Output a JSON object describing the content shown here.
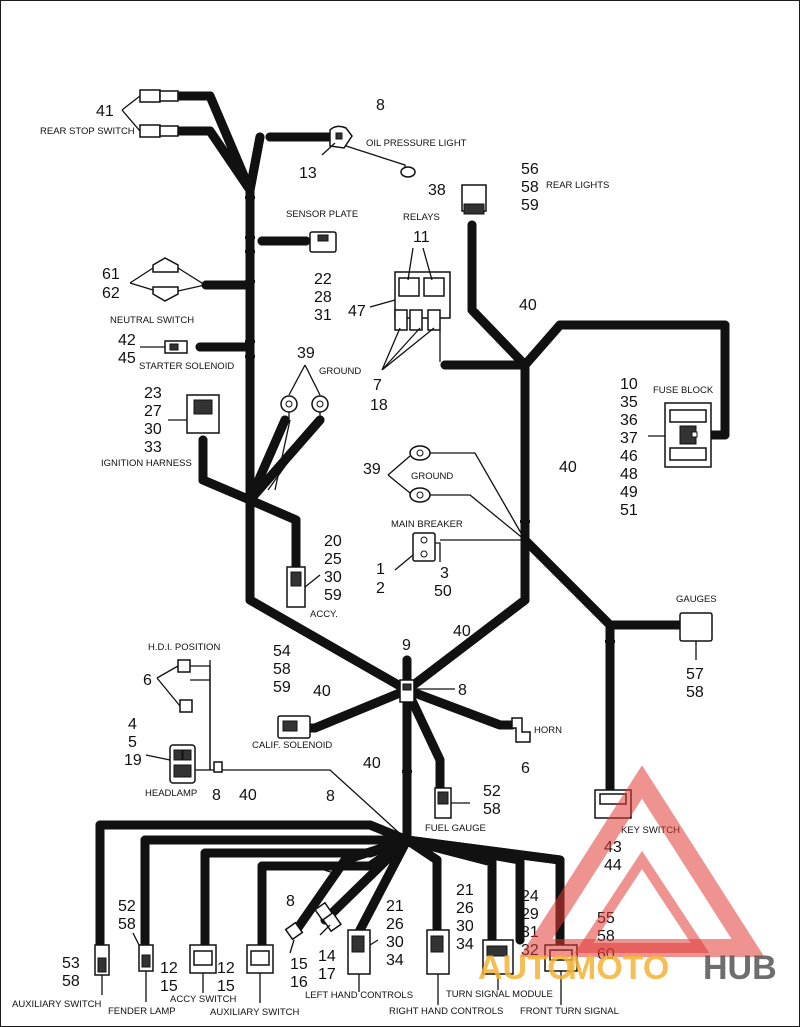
{
  "labels": {
    "rear_stop_switch": "REAR STOP SWITCH",
    "oil_pressure_light": "OIL PRESSURE LIGHT",
    "rear_lights": "REAR LIGHTS",
    "sensor_plate": "SENSOR PLATE",
    "relays": "RELAYS",
    "neutral_switch": "NEUTRAL SWITCH",
    "starter_solenoid": "STARTER SOLENOID",
    "ground_top": "GROUND",
    "fuse_block": "FUSE BLOCK",
    "ignition_harness": "IGNITION HARNESS",
    "ground_mid": "GROUND",
    "main_breaker": "MAIN BREAKER",
    "accy": "ACCY.",
    "gauges": "GAUGES",
    "hdi_position": "H.D.I. POSITION",
    "calif_solenoid": "CALIF. SOLENOID",
    "horn": "HORN",
    "headlamp": "HEADLAMP",
    "fuel_gauge": "FUEL GAUGE",
    "key_switch": "KEY SWITCH",
    "auxiliary_switch_left": "AUXILIARY SWITCH",
    "fender_lamp": "FENDER LAMP",
    "accy_switch": "ACCY SWITCH",
    "auxiliary_switch_2": "AUXILIARY SWITCH",
    "left_hand_controls": "LEFT HAND CONTROLS",
    "right_hand_controls": "RIGHT HAND CONTROLS",
    "turn_signal_module": "TURN SIGNAL MODULE",
    "front_turn_signal": "FRONT TURN SIGNAL"
  },
  "callouts": {
    "c41": "41",
    "c8_top": "8",
    "c13": "13",
    "c38": "38",
    "rear_lights_nums": [
      "56",
      "58",
      "59"
    ],
    "sensor_nums": [
      "22",
      "28",
      "31"
    ],
    "relays_num": "11",
    "c47": "47",
    "relays_bottom": [
      "7",
      "18"
    ],
    "neutral_nums": [
      "61",
      "62"
    ],
    "starter_nums": [
      "42",
      "45"
    ],
    "c39_top": "39",
    "c40_a": "40",
    "c40_b": "40",
    "fuse_nums": [
      "10",
      "35",
      "36",
      "37",
      "46",
      "48",
      "49",
      "51"
    ],
    "ignition_nums": [
      "23",
      "27",
      "30",
      "33"
    ],
    "c39_mid": "39",
    "breaker_left": [
      "1",
      "2"
    ],
    "breaker_right": [
      "3",
      "50"
    ],
    "accy_nums": [
      "20",
      "25",
      "30",
      "59"
    ],
    "gauges_nums": [
      "57",
      "58"
    ],
    "c9": "9",
    "c40_c": "40",
    "c40_d": "40",
    "c8_center": "8",
    "hdi_num": "6",
    "calif_nums": [
      "54",
      "58",
      "59"
    ],
    "horn_num": "6",
    "headlamp_nums": [
      "4",
      "5",
      "19"
    ],
    "headlamp_8": "8",
    "c40_e": "40",
    "c40_f": "40",
    "c8_bottom": "8",
    "fuel_nums": [
      "52",
      "58"
    ],
    "key_nums": [
      "43",
      "44"
    ],
    "c8_lower": "8",
    "left_controls_nums": [
      "21",
      "26",
      "30",
      "34"
    ],
    "right_controls_nums": [
      "21",
      "26",
      "30",
      "34"
    ],
    "turn_module_nums": [
      "24",
      "29",
      "31",
      "32"
    ],
    "front_turn_nums": [
      "55",
      "58",
      "60"
    ],
    "aux_left_nums": [
      "53",
      "58"
    ],
    "fender_nums": [
      "52",
      "58"
    ],
    "accy_switch_nums": [
      "12",
      "15"
    ],
    "aux2_nums": [
      "12",
      "15"
    ],
    "plug_nums": [
      "14",
      "17"
    ],
    "plug2_nums": [
      "15",
      "16"
    ]
  },
  "watermark": {
    "part1": "AUTO",
    "part2": "MOTO",
    "part3": "HUB",
    "color_red": "#e03a35",
    "color_yellow": "#f5b335",
    "color_gray": "#555555"
  }
}
